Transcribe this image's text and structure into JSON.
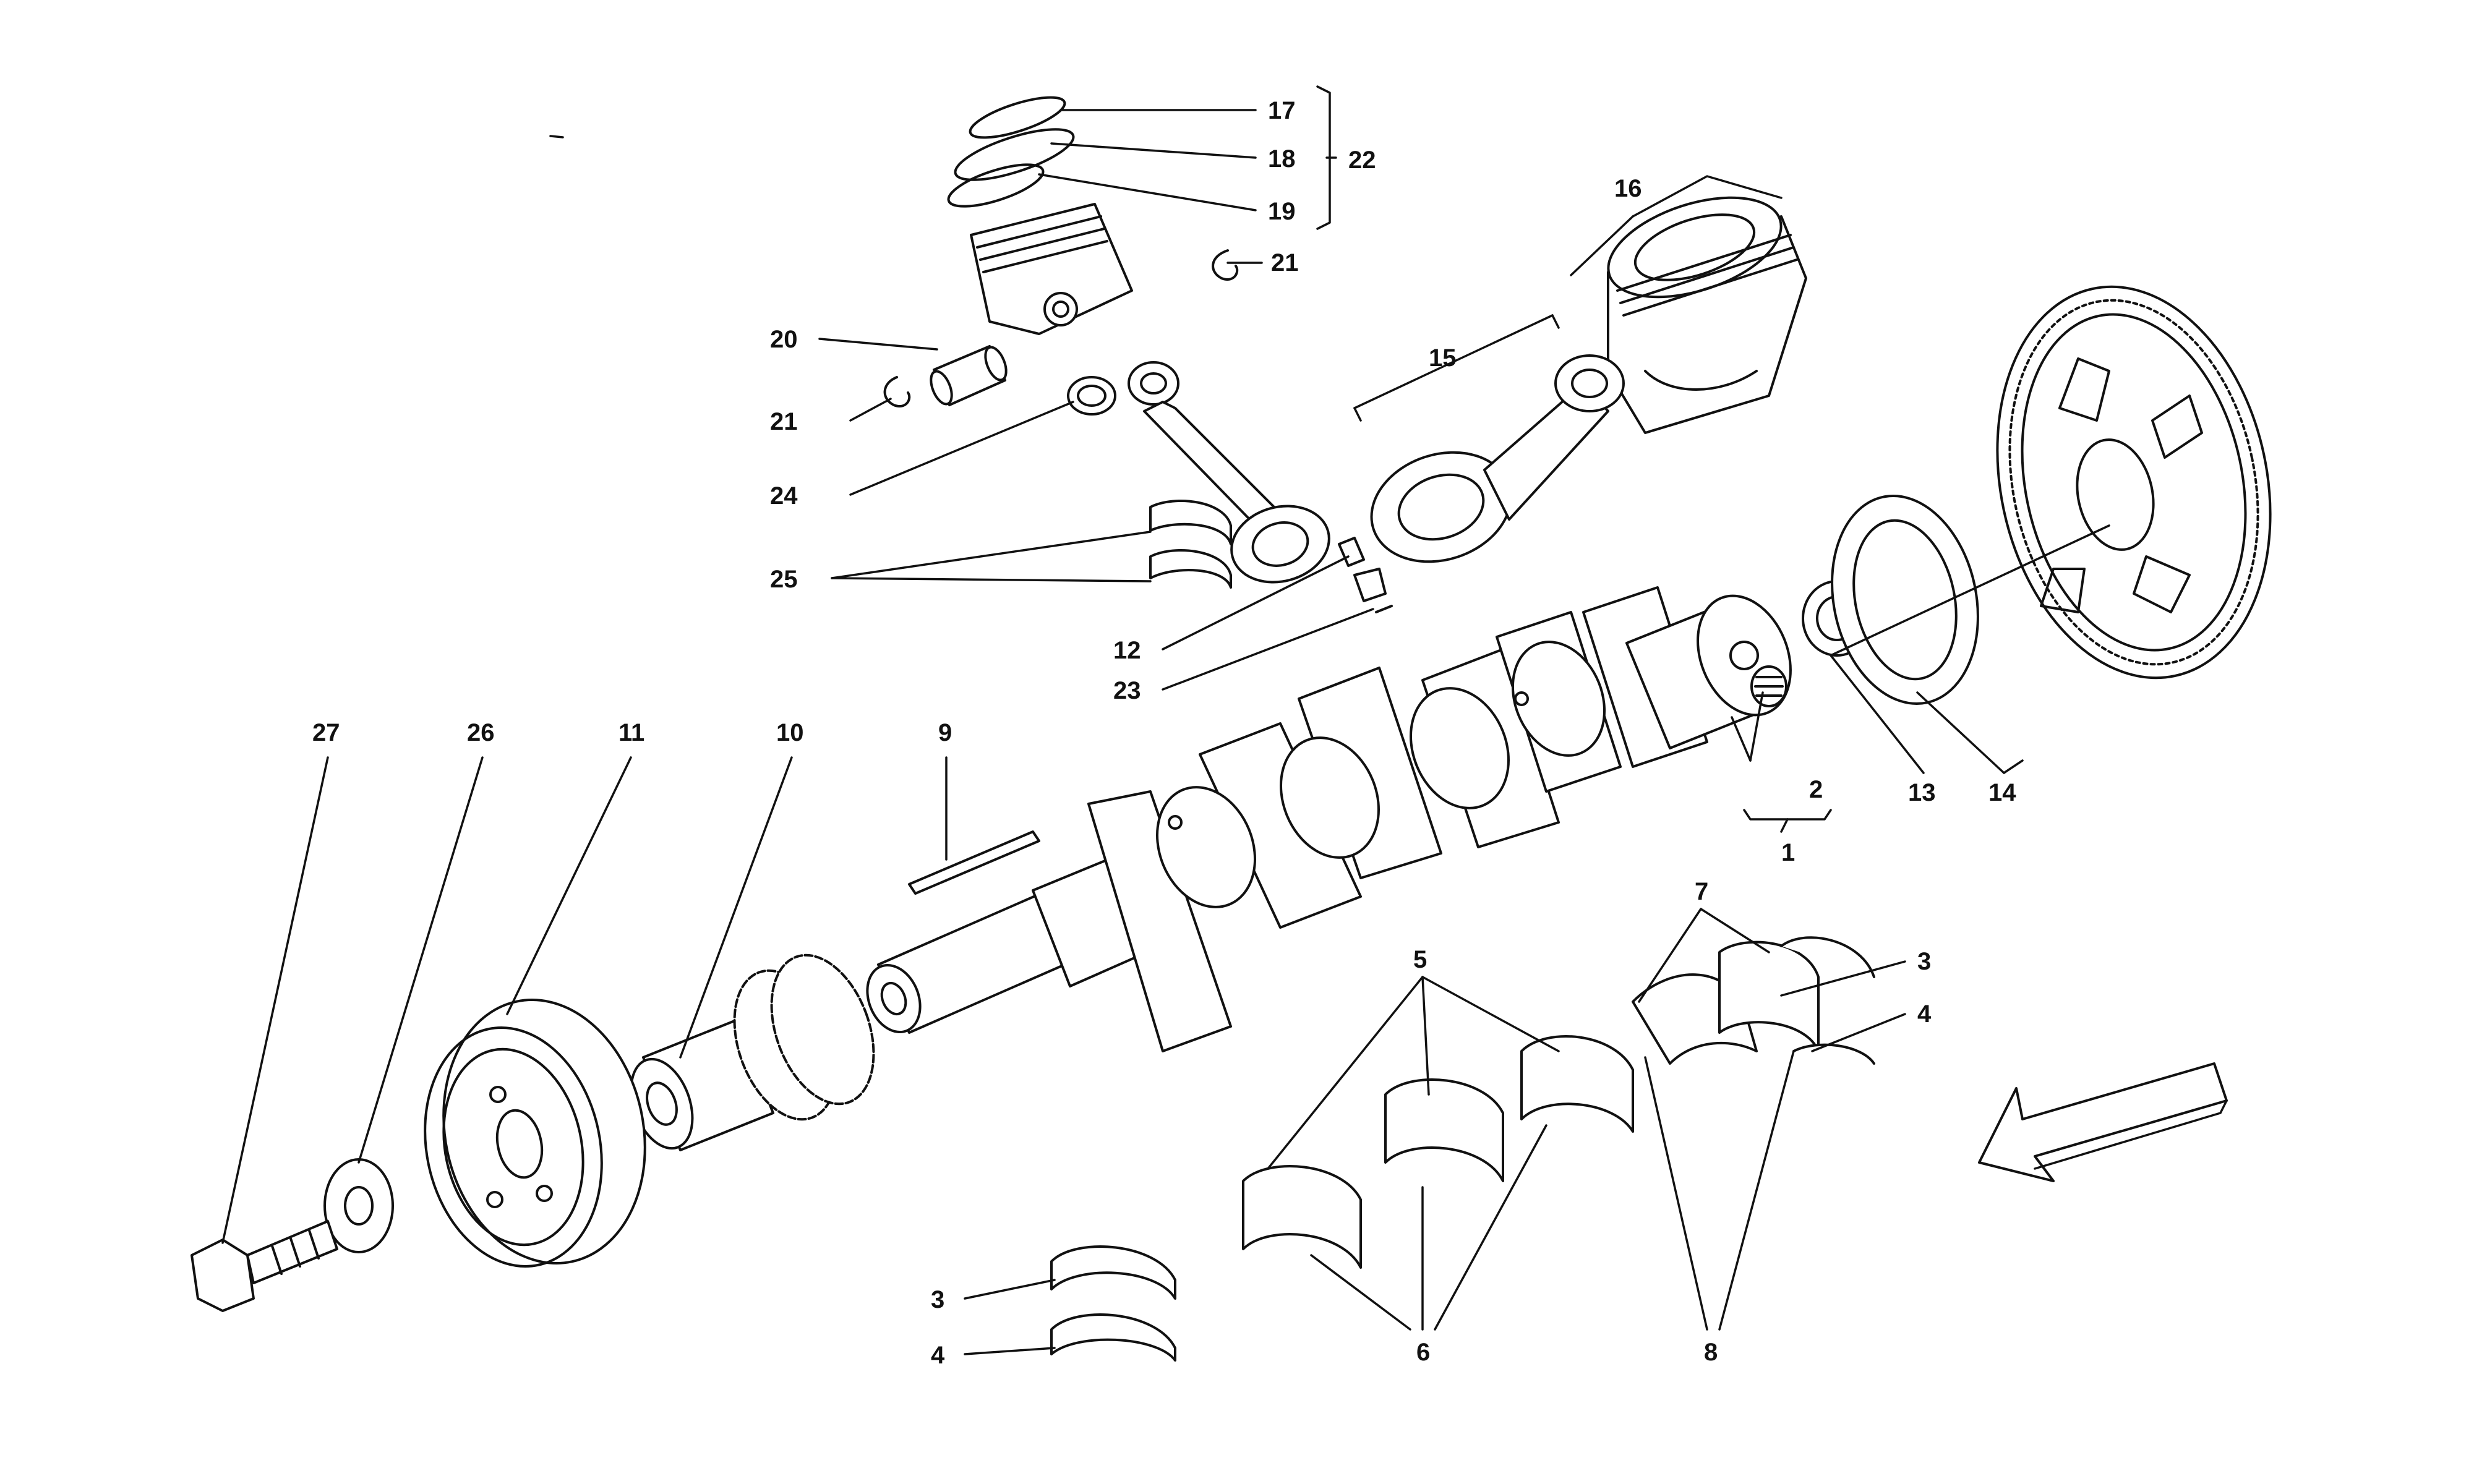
{
  "callouts": [
    {
      "id": "c17",
      "text": "17"
    },
    {
      "id": "c18",
      "text": "18"
    },
    {
      "id": "c19",
      "text": "19"
    },
    {
      "id": "c22",
      "text": "22"
    },
    {
      "id": "c21a",
      "text": "21"
    },
    {
      "id": "c16",
      "text": "16"
    },
    {
      "id": "c20",
      "text": "20"
    },
    {
      "id": "c21b",
      "text": "21"
    },
    {
      "id": "c15",
      "text": "15"
    },
    {
      "id": "c24",
      "text": "24"
    },
    {
      "id": "c25",
      "text": "25"
    },
    {
      "id": "c12",
      "text": "12"
    },
    {
      "id": "c23",
      "text": "23"
    },
    {
      "id": "c27",
      "text": "27"
    },
    {
      "id": "c26",
      "text": "26"
    },
    {
      "id": "c11",
      "text": "11"
    },
    {
      "id": "c10",
      "text": "10"
    },
    {
      "id": "c9",
      "text": "9"
    },
    {
      "id": "c2",
      "text": "2"
    },
    {
      "id": "c1",
      "text": "1"
    },
    {
      "id": "c13",
      "text": "13"
    },
    {
      "id": "c14",
      "text": "14"
    },
    {
      "id": "c7",
      "text": "7"
    },
    {
      "id": "c3a",
      "text": "3"
    },
    {
      "id": "c4a",
      "text": "4"
    },
    {
      "id": "c5",
      "text": "5"
    },
    {
      "id": "c6",
      "text": "6"
    },
    {
      "id": "c8",
      "text": "8"
    },
    {
      "id": "c3b",
      "text": "3"
    },
    {
      "id": "c4b",
      "text": "4"
    }
  ],
  "colors": {
    "ink": "#111111",
    "paper": "#ffffff"
  },
  "icons": {
    "direction_arrow": "arrow-down-left-icon"
  }
}
